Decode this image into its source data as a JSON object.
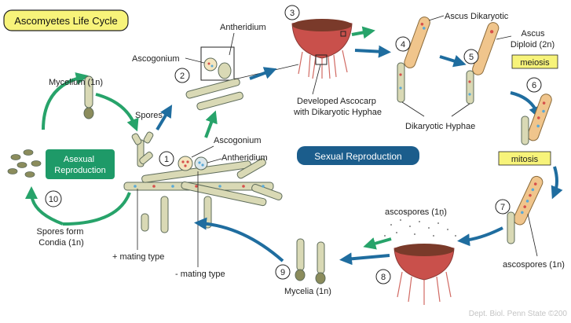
{
  "title": "Ascomyetes Life Cycle",
  "badges": {
    "asexual": "Asexual\nReproduction",
    "sexual": "Sexual Reproduction",
    "meiosis": "meiosis",
    "mitosis": "mitosis"
  },
  "labels": {
    "antheridium_top": "Antheridium",
    "ascogonium_top": "Ascogonium",
    "spores": "Spores",
    "mycelium": "Mycelium (1n)",
    "ascogonium_mid": "Ascogonium",
    "antheridium_mid": "Antheridium",
    "ascocarp": "Developed Ascocarp\nwith Dikaryotic Hyphae",
    "ascus_dikaryotic": "Ascus Dikaryotic",
    "ascus_diploid": "Ascus\nDiploid (2n)",
    "dikaryotic_hyphae": "Dikaryotic Hyphae",
    "ascospores_top": "ascospores (1n)",
    "ascospores_right": "ascospores (1n)",
    "spores_form": "Spores form\nCondia (1n)",
    "plus_mating": "+ mating type",
    "minus_mating": "- mating type",
    "mycelia": "Mycelia (1n)",
    "credit": "Dept. Biol. Penn State ©200"
  },
  "steps": [
    "1",
    "2",
    "3",
    "4",
    "5",
    "6",
    "7",
    "8",
    "9",
    "10"
  ],
  "colors": {
    "title_bg": "#f7f37a",
    "badge_bg": "#f7f37a",
    "asexual_bg": "#1e9a68",
    "sexual_bg": "#1b5d8c",
    "arrow_green": "#27a36a",
    "arrow_blue": "#1f6d9f",
    "hypha_fill": "#d9d9b5",
    "hypha_stroke": "#5d6b5a",
    "ascus_fill": "#f0c58c",
    "ascocarp": "#c9504b",
    "nucleus_blue": "#5aa9d6",
    "nucleus_red": "#d6504b"
  }
}
